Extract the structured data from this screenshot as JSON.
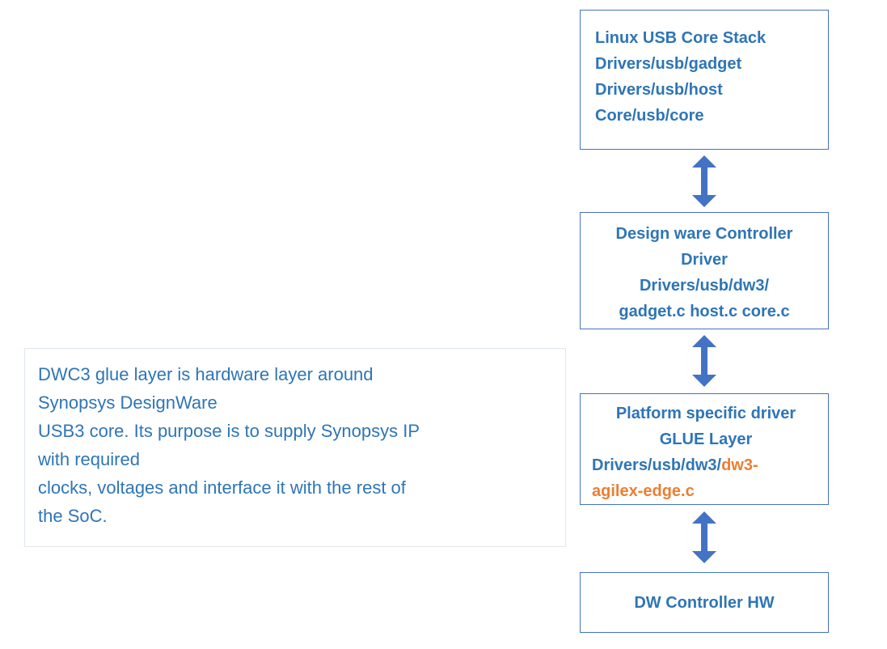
{
  "colors": {
    "box_border": "#4472C4",
    "text_blue": "#2E75B6",
    "accent_orange": "#ED7D31",
    "arrow_fill": "#4472C4",
    "note_border": "#E1E6F0"
  },
  "note": {
    "lines": [
      "DWC3 glue layer is hardware layer around",
      "Synopsys DesignWare",
      "USB3 core. Its purpose is to supply Synopsys IP",
      "with required",
      "clocks, voltages and interface it with the rest of",
      "the SoC."
    ]
  },
  "stack": {
    "box1": {
      "line1": "Linux USB Core Stack",
      "line2": "Drivers/usb/gadget",
      "line3": "Drivers/usb/host",
      "line4": "Core/usb/core"
    },
    "box2": {
      "line1": "Design ware Controller",
      "line2": "Driver",
      "line3": "Drivers/usb/dw3/",
      "line4": "gadget.c host.c core.c"
    },
    "box3": {
      "line1": "Platform specific driver",
      "line2": "GLUE Layer",
      "line3_blue": "Drivers/usb/dw3/",
      "line3_orange": "dw3-",
      "line4_orange": "agilex-edge.c"
    },
    "box4": {
      "line1": "DW Controller HW"
    }
  }
}
